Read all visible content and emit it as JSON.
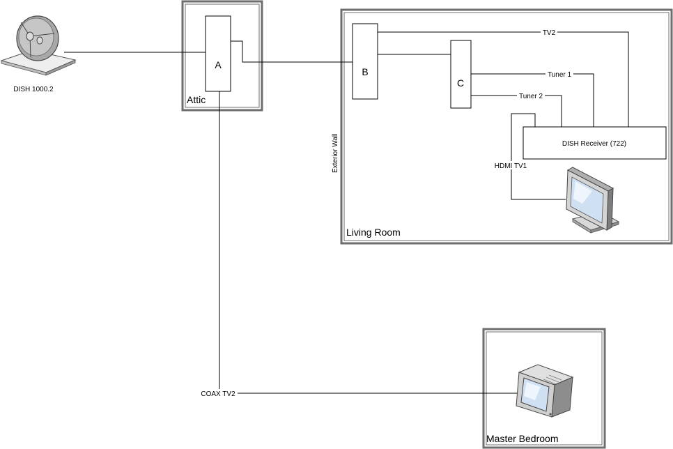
{
  "colors": {
    "line": "#000000",
    "room_border": "#6e6e6e",
    "background": "#ffffff",
    "screen": "#cfe0f3",
    "device_body": "#e6e6e6"
  },
  "devices": {
    "dish": {
      "label": "DISH 1000.2",
      "icon": "satellite-dish-icon"
    },
    "receiver": {
      "label": "DISH Receiver (722)"
    },
    "living_room_tv": {
      "icon": "flat-panel-monitor-icon"
    },
    "bedroom_tv": {
      "icon": "crt-television-icon"
    }
  },
  "rooms": {
    "attic": "Attic",
    "living_room": "Living Room",
    "master_bedroom": "Master Bedroom"
  },
  "walls": {
    "exterior": "Exterior Wall"
  },
  "nodes": {
    "a": "A",
    "b": "B",
    "c": "C"
  },
  "connections": {
    "tv2": "TV2",
    "tuner1": "Tuner 1",
    "tuner2": "Tuner 2",
    "hdmi_tv1": "HDMI TV1",
    "coax_tv2": "COAX TV2"
  }
}
